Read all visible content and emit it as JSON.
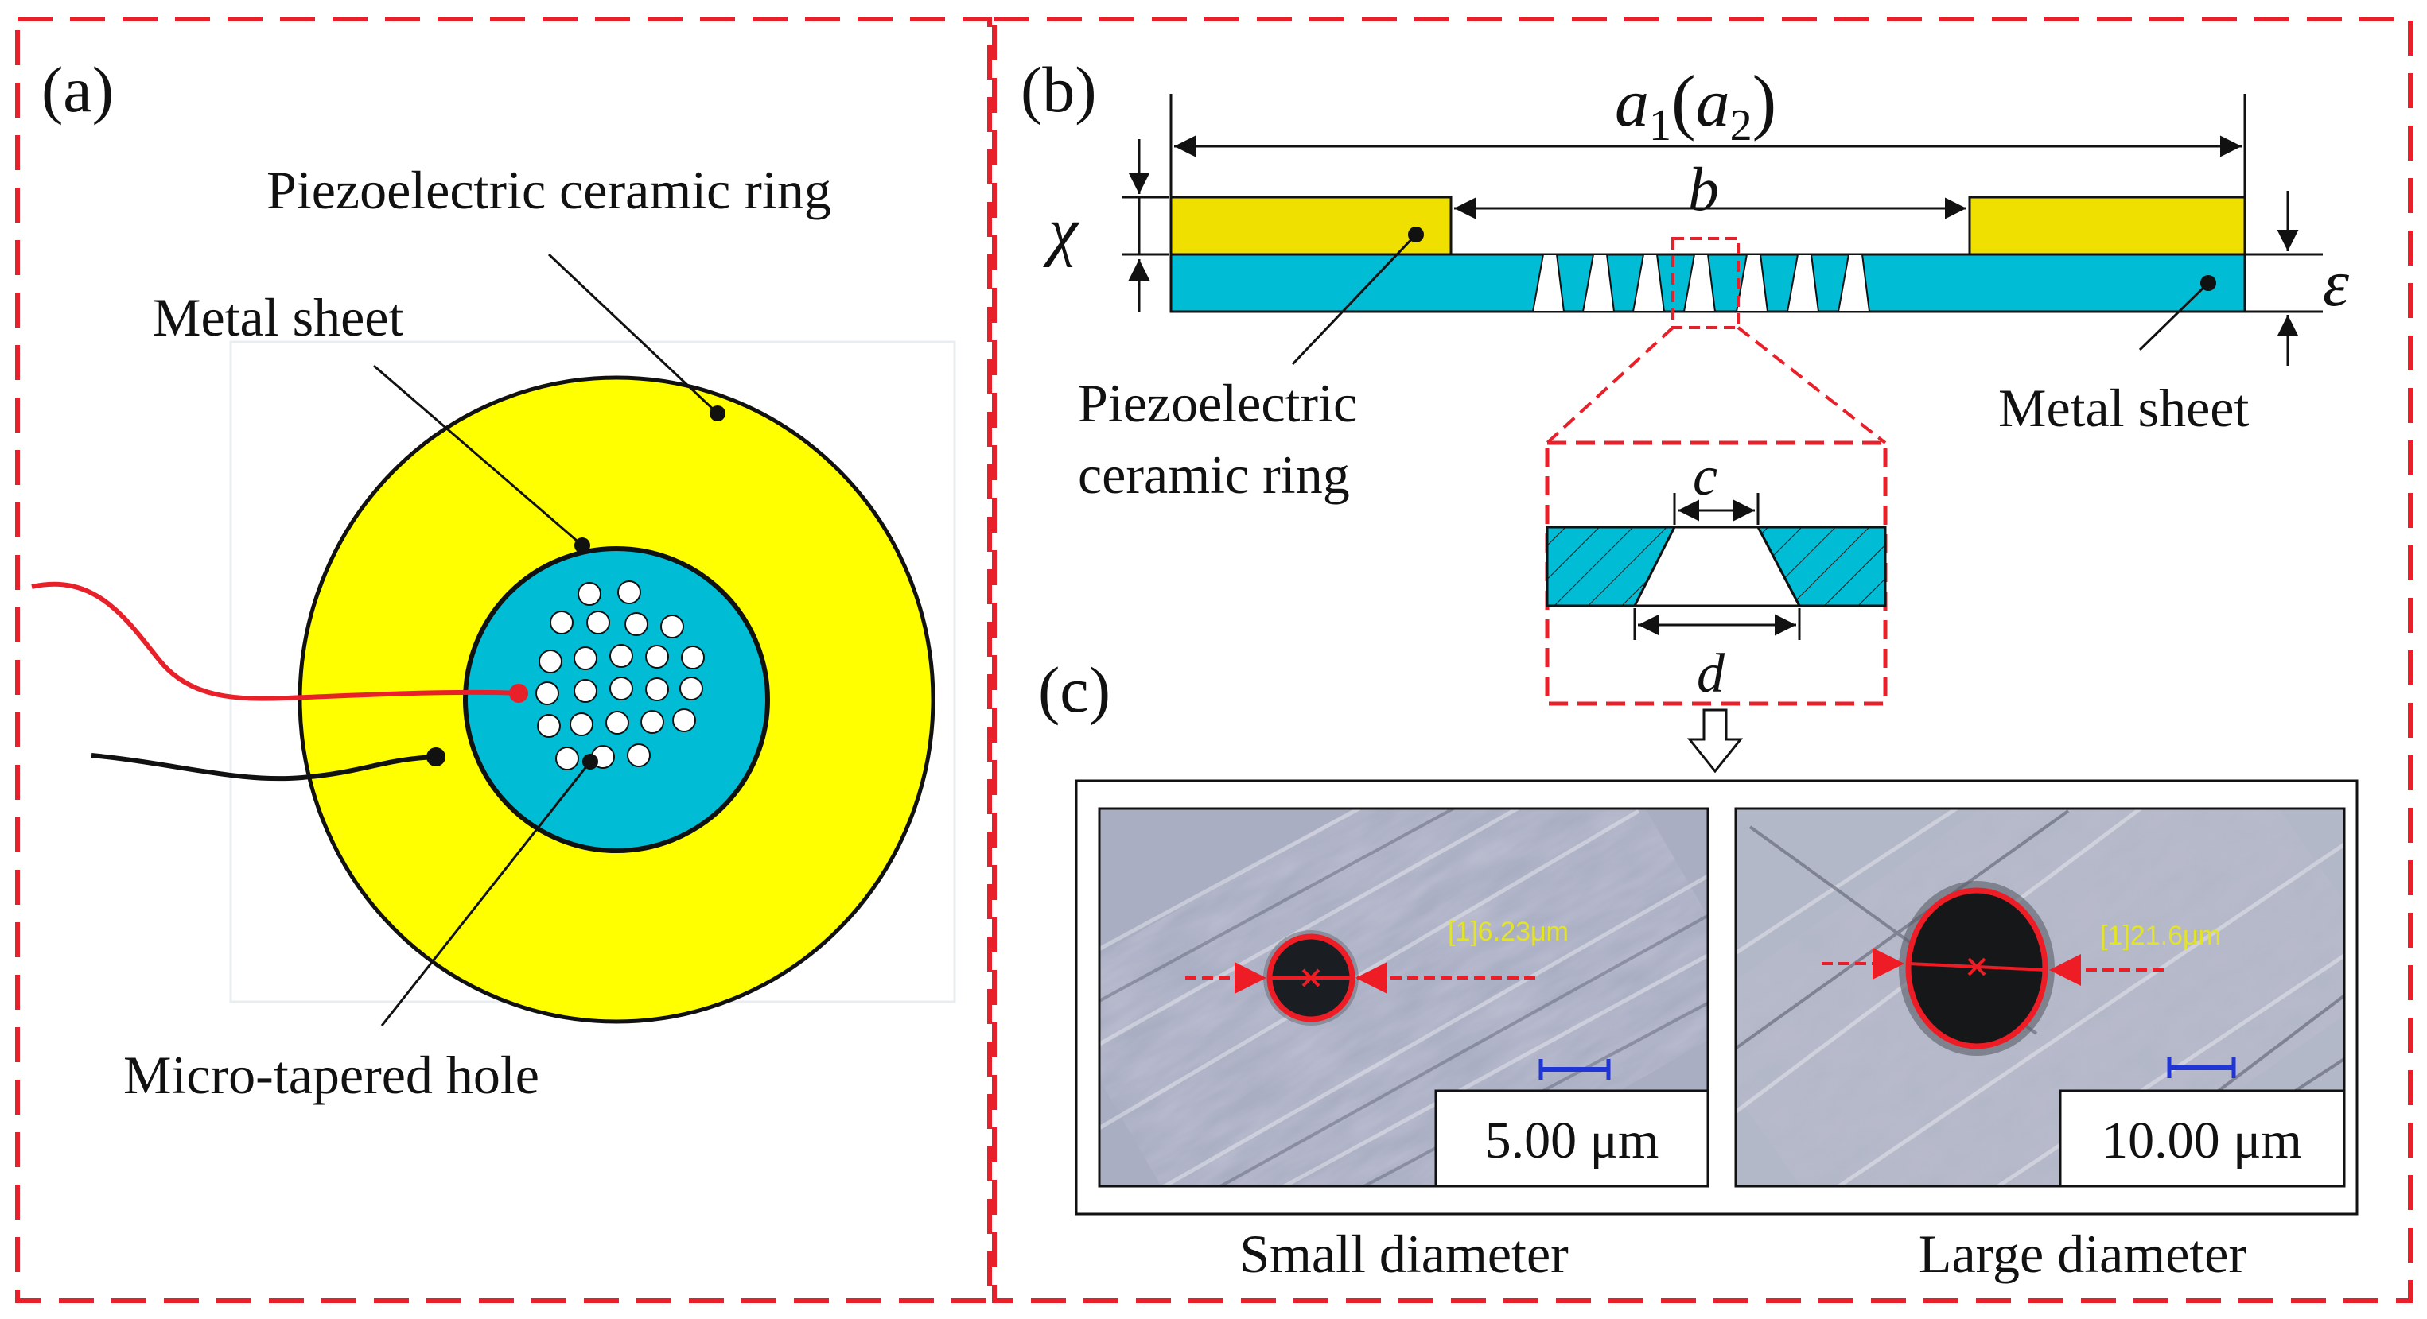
{
  "panels": {
    "a": {
      "tag": "(a)",
      "ring_label": "Piezoelectric ceramic ring",
      "sheet_label": "Metal sheet",
      "hole_label": "Micro-tapered hole"
    },
    "b": {
      "tag": "(b)",
      "dim_a_main": "a",
      "dim_a_sub": "1",
      "dim_a2_main": "a",
      "dim_a2_sub": "2",
      "dim_b": "b",
      "dim_chi": "χ",
      "dim_eps": "ε",
      "dim_c": "c",
      "dim_d": "d",
      "ring_label_line1": "Piezoelectric",
      "ring_label_line2": "ceramic ring",
      "sheet_label": "Metal sheet"
    },
    "c": {
      "tag": "(c)",
      "left": {
        "measure": "[1]6.23μm",
        "scale": "5.00 μm",
        "caption": "Small diameter"
      },
      "right": {
        "measure": "[1]21.6μm",
        "scale": "10.00 μm",
        "caption": "Large diameter"
      }
    }
  },
  "colors": {
    "frame_dash": "#e8202a",
    "ring_yellow": "#ffff00",
    "ring_yellow_side": "#f0e000",
    "metal_cyan": "#00bcd4",
    "wire_red": "#e8202a",
    "wire_black": "#111111",
    "hole_red": "#ee1c24",
    "scale_blue": "#1f35d6"
  }
}
